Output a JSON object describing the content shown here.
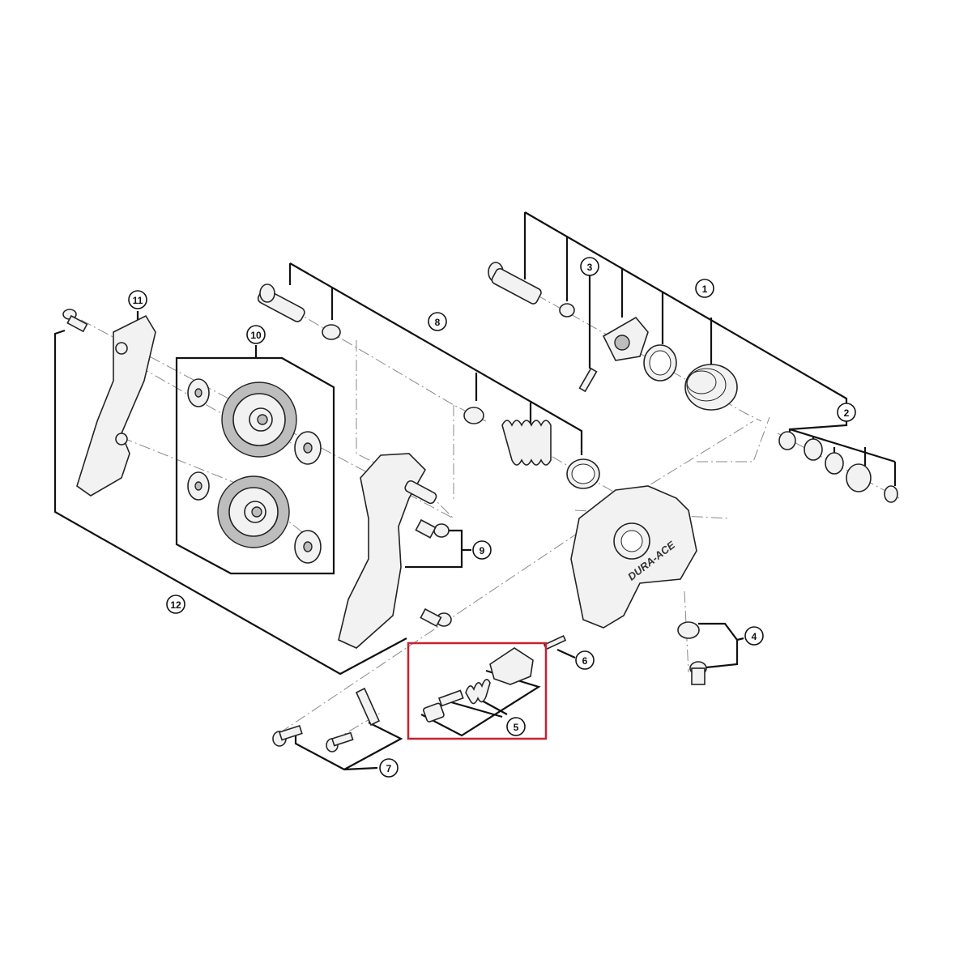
{
  "diagram": {
    "callouts": [
      "1",
      "2",
      "3",
      "4",
      "5",
      "6",
      "7",
      "8",
      "9",
      "10",
      "11",
      "12"
    ],
    "highlighted_callout": "5",
    "brand_mark": "DURA-ACE",
    "highlight_color": "#c8202f"
  }
}
